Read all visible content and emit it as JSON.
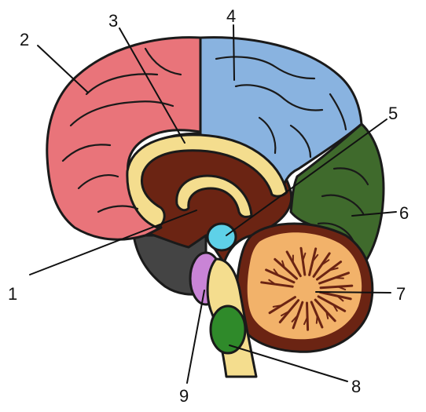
{
  "colors": {
    "frontal": "#e9747a",
    "frontal_highlight": "#f6a8ad",
    "parietal": "#89b3e0",
    "parietal_highlight": "#bcd6f2",
    "occipital": "#3f6a2c",
    "occipital_highlight": "#6f9a55",
    "corpus_callosum": "#f4dd8e",
    "interior": "#6b2413",
    "brainstem_dark": "#444444",
    "cerebellum": "#f2b26a",
    "cerebellum_rim": "#6b2413",
    "thalamus_cyan": "#5ed1e8",
    "pituitary_violet": "#c984d6",
    "medulla_green": "#2f8a2a",
    "spinal": "#f4dd8e",
    "outline": "#1a1a1a"
  },
  "labels": [
    {
      "id": "1",
      "text": "1"
    },
    {
      "id": "2",
      "text": "2"
    },
    {
      "id": "3",
      "text": "3"
    },
    {
      "id": "4",
      "text": "4"
    },
    {
      "id": "5",
      "text": "5"
    },
    {
      "id": "6",
      "text": "6"
    },
    {
      "id": "7",
      "text": "7"
    },
    {
      "id": "8",
      "text": "8"
    },
    {
      "id": "9",
      "text": "9"
    }
  ]
}
